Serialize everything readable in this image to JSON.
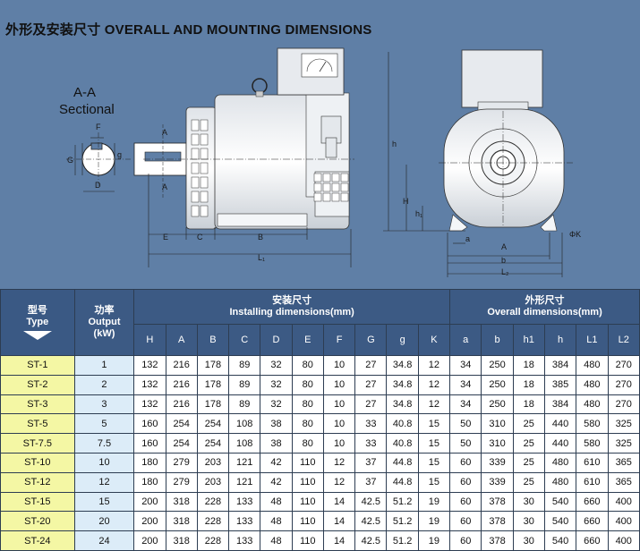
{
  "title": "外形及安装尺寸 OVERALL AND MOUNTING DIMENSIONS",
  "drawing": {
    "sectional_title": "A-A",
    "sectional_subtitle": "Sectional",
    "labels": {
      "F": "F",
      "G": "G",
      "g": "g",
      "D": "D",
      "A": "A",
      "E": "E",
      "C": "C",
      "B": "B",
      "L1": "L₁",
      "h": "h",
      "H": "H",
      "h1": "h₁",
      "a": "a",
      "b": "b",
      "phiK": "ΦK",
      "L": "L₂"
    }
  },
  "table": {
    "type_header_cn": "型号",
    "type_header_en": "Type",
    "output_header_cn": "功率",
    "output_header_en": "Output",
    "output_unit": "(kW)",
    "installing_cn": "安装尺寸",
    "installing_en": "Installing dimensions(mm)",
    "overall_cn": "外形尺寸",
    "overall_en": "Overall dimensions(mm)",
    "installing_cols": [
      "H",
      "A",
      "B",
      "C",
      "D",
      "E",
      "F",
      "G",
      "g",
      "K"
    ],
    "overall_cols": [
      "a",
      "b",
      "h1",
      "h",
      "L1",
      "L2"
    ],
    "rows": [
      {
        "type": "ST-1",
        "output": "1",
        "v": [
          "132",
          "216",
          "178",
          "89",
          "32",
          "80",
          "10",
          "27",
          "34.8",
          "12",
          "34",
          "250",
          "18",
          "384",
          "480",
          "270"
        ]
      },
      {
        "type": "ST-2",
        "output": "2",
        "v": [
          "132",
          "216",
          "178",
          "89",
          "32",
          "80",
          "10",
          "27",
          "34.8",
          "12",
          "34",
          "250",
          "18",
          "385",
          "480",
          "270"
        ]
      },
      {
        "type": "ST-3",
        "output": "3",
        "v": [
          "132",
          "216",
          "178",
          "89",
          "32",
          "80",
          "10",
          "27",
          "34.8",
          "12",
          "34",
          "250",
          "18",
          "384",
          "480",
          "270"
        ]
      },
      {
        "type": "ST-5",
        "output": "5",
        "v": [
          "160",
          "254",
          "254",
          "108",
          "38",
          "80",
          "10",
          "33",
          "40.8",
          "15",
          "50",
          "310",
          "25",
          "440",
          "580",
          "325"
        ]
      },
      {
        "type": "ST-7.5",
        "output": "7.5",
        "v": [
          "160",
          "254",
          "254",
          "108",
          "38",
          "80",
          "10",
          "33",
          "40.8",
          "15",
          "50",
          "310",
          "25",
          "440",
          "580",
          "325"
        ]
      },
      {
        "type": "ST-10",
        "output": "10",
        "v": [
          "180",
          "279",
          "203",
          "121",
          "42",
          "110",
          "12",
          "37",
          "44.8",
          "15",
          "60",
          "339",
          "25",
          "480",
          "610",
          "365"
        ]
      },
      {
        "type": "ST-12",
        "output": "12",
        "v": [
          "180",
          "279",
          "203",
          "121",
          "42",
          "110",
          "12",
          "37",
          "44.8",
          "15",
          "60",
          "339",
          "25",
          "480",
          "610",
          "365"
        ]
      },
      {
        "type": "ST-15",
        "output": "15",
        "v": [
          "200",
          "318",
          "228",
          "133",
          "48",
          "110",
          "14",
          "42.5",
          "51.2",
          "19",
          "60",
          "378",
          "30",
          "540",
          "660",
          "400"
        ]
      },
      {
        "type": "ST-20",
        "output": "20",
        "v": [
          "200",
          "318",
          "228",
          "133",
          "48",
          "110",
          "14",
          "42.5",
          "51.2",
          "19",
          "60",
          "378",
          "30",
          "540",
          "660",
          "400"
        ]
      },
      {
        "type": "ST-24",
        "output": "24",
        "v": [
          "200",
          "318",
          "228",
          "133",
          "48",
          "110",
          "14",
          "42.5",
          "51.2",
          "19",
          "60",
          "378",
          "30",
          "540",
          "660",
          "400"
        ]
      }
    ]
  }
}
